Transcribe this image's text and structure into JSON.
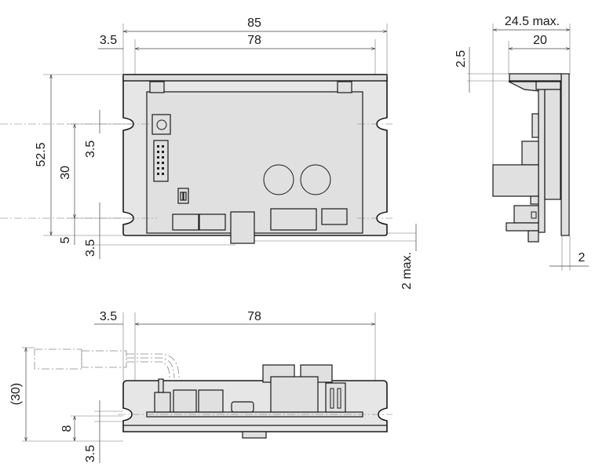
{
  "drawing": {
    "top_view": {
      "width_overall": "85",
      "width_mounting": "78",
      "offset_left": "3.5",
      "height_overall": "52.5",
      "height_mounting": "30",
      "slot_offset_top": "3.5",
      "bottom_margin": "5",
      "slot_offset_bottom": "3.5",
      "protrusion": "2 max."
    },
    "side_view": {
      "depth_overall": "24.5 max.",
      "depth_body": "20",
      "flange_offset": "2.5",
      "plate_thickness": "2"
    },
    "front_view": {
      "offset_left": "3.5",
      "width_mounting": "78",
      "cable_height": "(30)",
      "slot_height": "8",
      "slot_offset": "3.5"
    }
  }
}
